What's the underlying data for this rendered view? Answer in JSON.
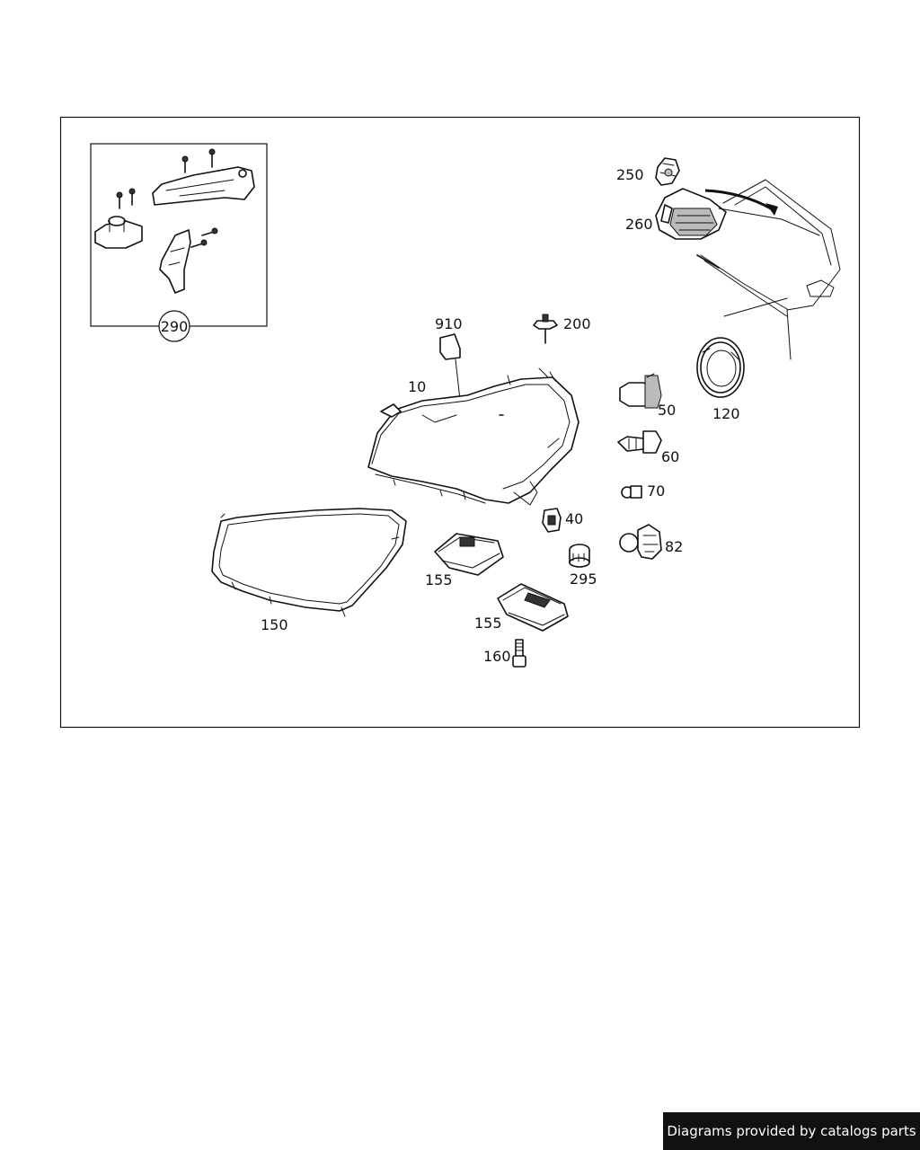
{
  "callouts": {
    "c290": "290",
    "c250": "250",
    "c260": "260",
    "c910": "910",
    "c200": "200",
    "c10": "10",
    "c50": "50",
    "c120": "120",
    "c60": "60",
    "c70": "70",
    "c40": "40",
    "c82": "82",
    "c155a": "155",
    "c295": "295",
    "c150": "150",
    "c155b": "155",
    "c160": "160"
  },
  "credit": "Diagrams provided by catalogs parts"
}
